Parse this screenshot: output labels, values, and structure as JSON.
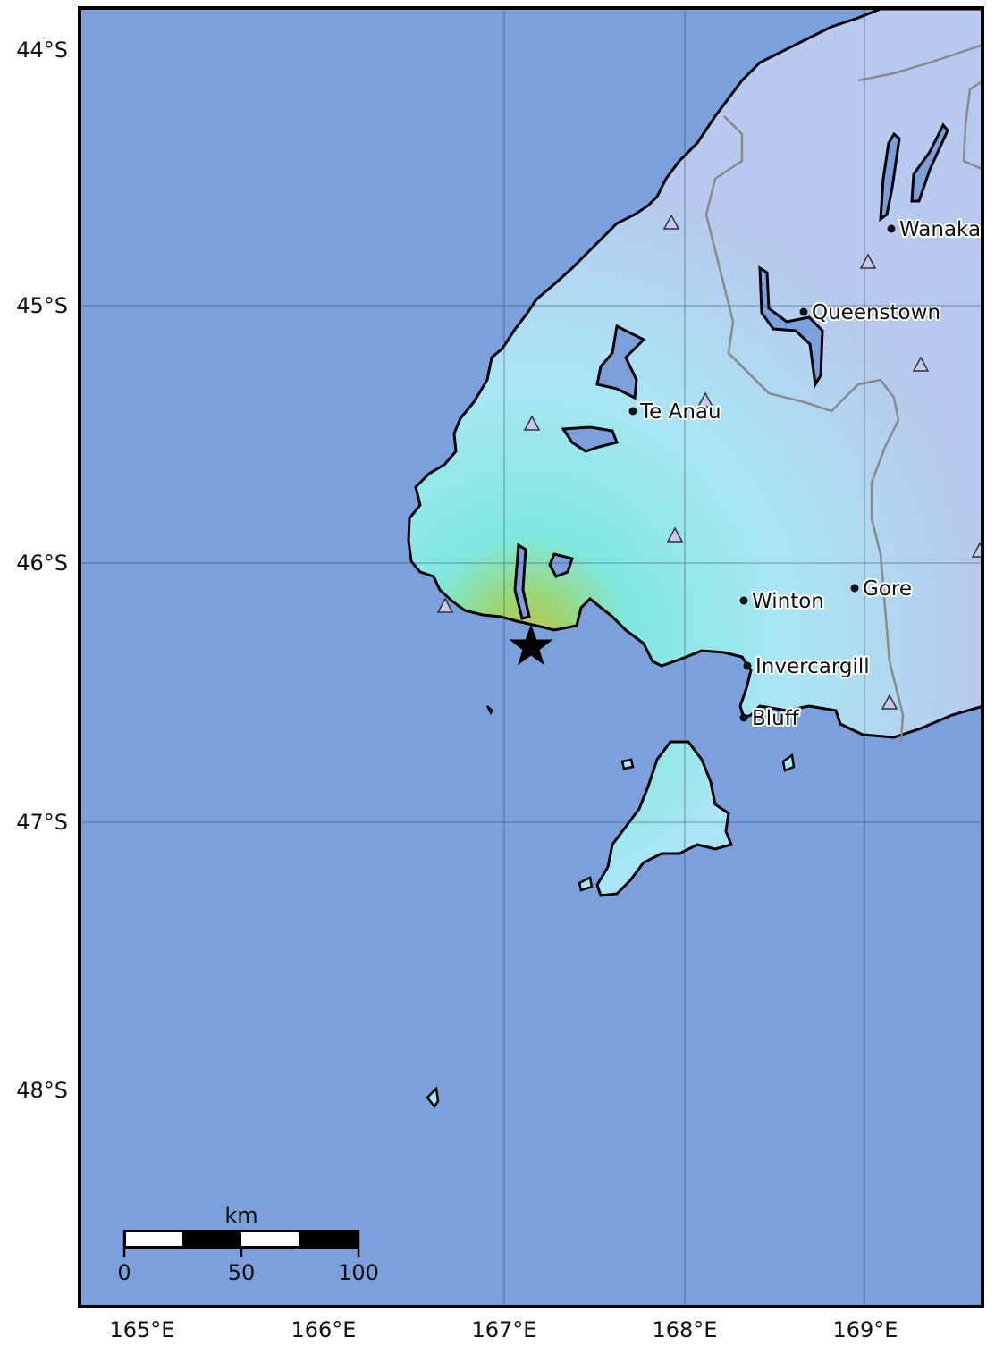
{
  "map": {
    "lat_labels": [
      "44°S",
      "45°S",
      "46°S",
      "47°S",
      "48°S"
    ],
    "lon_labels": [
      "165°E",
      "166°E",
      "167°E",
      "168°E",
      "169°E"
    ],
    "colors": {
      "ocean": "#7ba0db",
      "land_far": "#b7c9ee",
      "land_mid": "#a9e6f4",
      "land_near": "#7fe8de",
      "land_epicenter": "#c9c05a",
      "coastline": "#000000",
      "boundary": "#8a8a8a",
      "graticule": "#3a4a66"
    },
    "cities": [
      {
        "name": "Wanaka"
      },
      {
        "name": "Queenstown"
      },
      {
        "name": "Te Anau"
      },
      {
        "name": "Gore"
      },
      {
        "name": "Winton"
      },
      {
        "name": "Invercargill"
      },
      {
        "name": "Bluff"
      }
    ],
    "epicenter_icon": "star-icon",
    "station_icon": "triangle-icon",
    "scale_bar": {
      "unit": "km",
      "labels": [
        "0",
        "50",
        "100"
      ]
    }
  }
}
